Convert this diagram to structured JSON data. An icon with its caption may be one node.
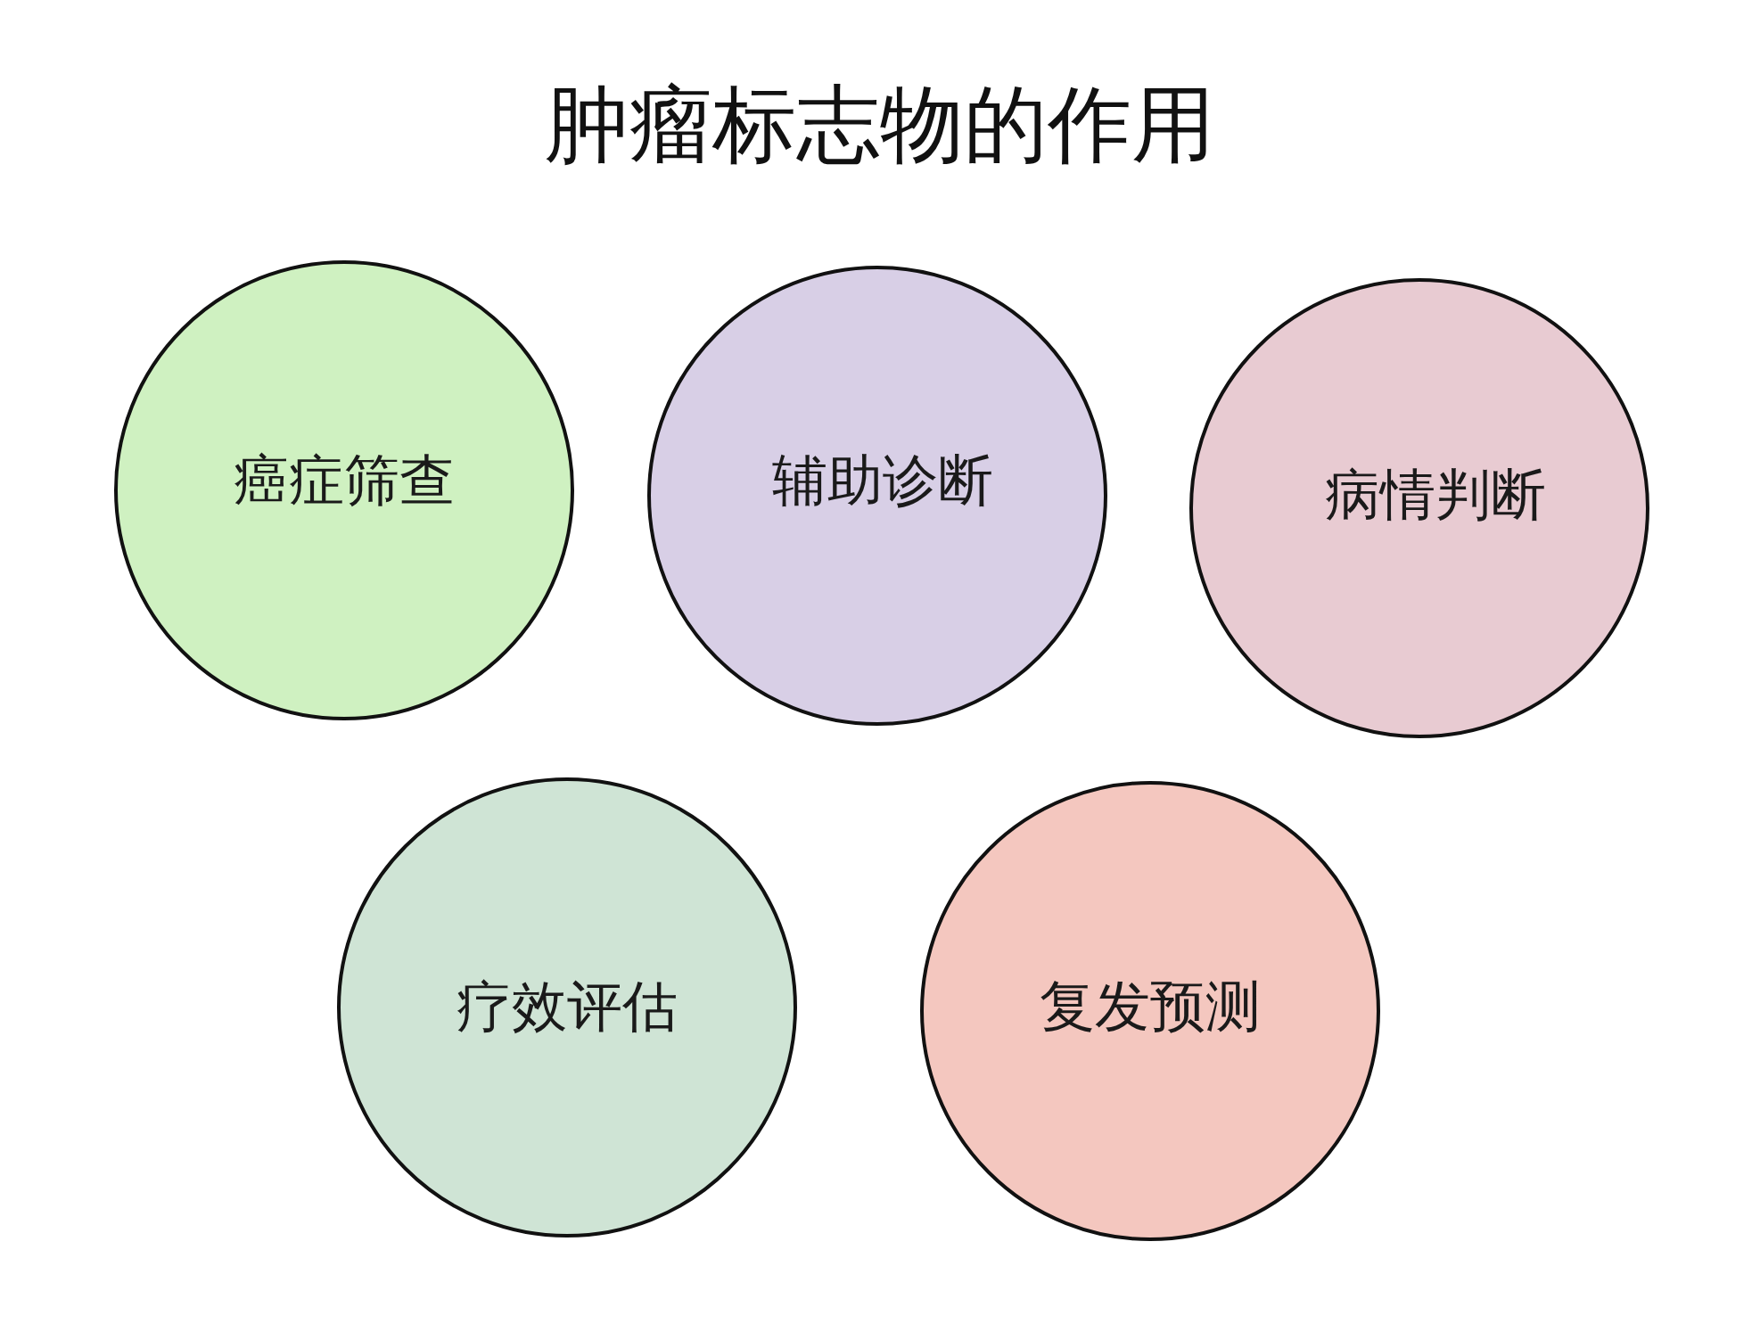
{
  "diagram": {
    "title": "肿瘤标志物的作用",
    "nodes": [
      {
        "text": [
          "癌症筛查"
        ]
      },
      {
        "text": [
          "辅助诊断"
        ]
      },
      {
        "text": [
          "病情判断"
        ]
      },
      {
        "text": [
          "疗效评估"
        ]
      },
      {
        "text": [
          "复发预测"
        ]
      }
    ]
  }
}
